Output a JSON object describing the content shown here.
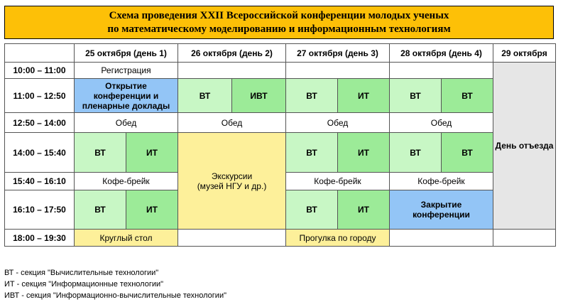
{
  "title": {
    "line1": "Схема проведения XXII Всероссийской конференции молодых ученых",
    "line2": "по математическому моделированию и информационным технологиям"
  },
  "days": [
    "25 октября (день 1)",
    "26 октября (день 2)",
    "27 октября (день 3)",
    "28 октября (день 4)",
    "29 октября"
  ],
  "times": [
    "10:00 – 11:00",
    "11:00 – 12:50",
    "12:50 – 14:00",
    "14:00 – 15:40",
    "15:40 – 16:10",
    "16:10 – 17:50",
    "18:00 – 19:30"
  ],
  "cells": {
    "registration": "Регистрация",
    "opening_line1": "Открытие",
    "opening_line2": "конференции   и",
    "opening_line3": "пленарные доклады",
    "vt": "ВТ",
    "it": "ИТ",
    "ivt": "ИВТ",
    "lunch": "Обед",
    "coffee": "Кофе-брейк",
    "excursion_line1": "Экскурсии",
    "excursion_line2": "(музей НГУ и др.)",
    "closing_line1": "Закрытие",
    "closing_line2": "конференции",
    "departure": "День отъезда",
    "round_table": "Круглый стол",
    "walk": "Прогулка по городу"
  },
  "legend": [
    "ВТ - секция \"Вычислительные технологии\"",
    "ИТ - секция \"Информационные технологии\"",
    "ИВТ - секция \"Информационно-вычислительные технологии\""
  ],
  "colors": {
    "title_bg": "#fdc007",
    "section_light": "#c8f7c5",
    "section_dark": "#9ceb98",
    "highlight_blue": "#93c5f6",
    "highlight_yellow": "#fdf09a",
    "departure_gray": "#e6e6e6"
  }
}
